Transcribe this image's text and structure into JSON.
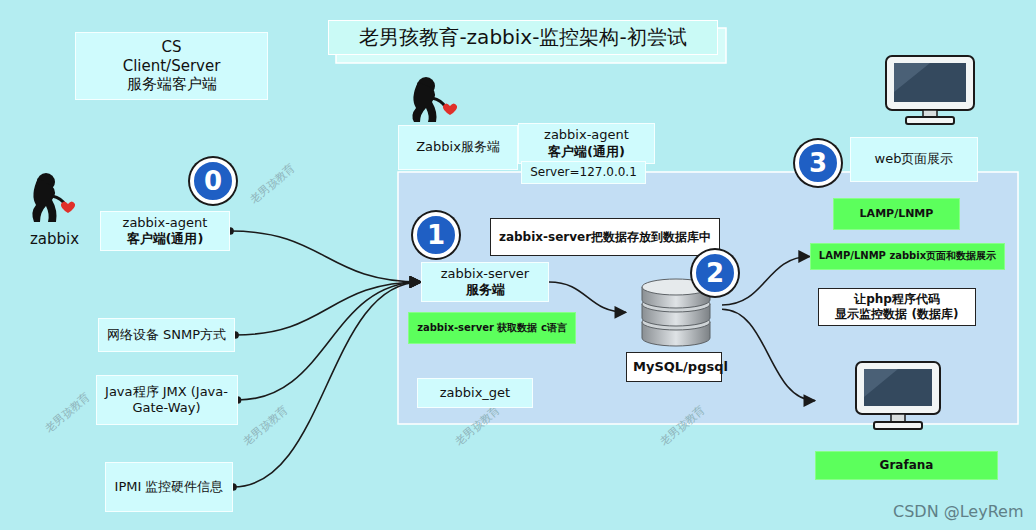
{
  "diagram": {
    "title": "老男孩教育-zabbix-监控架构-初尝试",
    "nodes": [
      {
        "text": [
          "CS",
          "Client/Server",
          "服务端客户端"
        ]
      },
      {
        "text": [
          "0"
        ]
      },
      {
        "text": [
          "zabbix-agent",
          "客户端(通用)"
        ]
      },
      {
        "text": [
          "网络设备 SNMP方式"
        ]
      },
      {
        "text": [
          "Java程序 JMX (Java-Gate-Way)"
        ]
      },
      {
        "text": [
          "IPMI 监控硬件信息"
        ]
      },
      {
        "text": [
          "Zabbix服务端"
        ]
      },
      {
        "text": [
          "zabbix-agent",
          "客户端(通用)"
        ]
      },
      {
        "text": [
          "Server=127.0.0.1"
        ]
      },
      {
        "text": [
          "3"
        ]
      },
      {
        "text": [
          "web页面展示"
        ]
      },
      {
        "text": [
          "1"
        ]
      },
      {
        "text": [
          "zabbix-server把数据存放到数据库中"
        ]
      },
      {
        "text": [
          "zabbix-server",
          "服务端"
        ]
      },
      {
        "text": [
          "2"
        ]
      },
      {
        "text": [
          "LAMP/LNMP"
        ]
      },
      {
        "text": [
          "LAMP/LNMP zabbix页面和数据展示"
        ]
      },
      {
        "text": [
          "zabbix-server 获取数据 c语言"
        ]
      },
      {
        "text": [
          "MySQL/pgsql"
        ]
      },
      {
        "text": [
          "让php程序代码 显示监控数据 (数据库)"
        ]
      },
      {
        "text": [
          "zabbix_get"
        ]
      },
      {
        "text": [
          "Grafana"
        ]
      }
    ],
    "edges": [
      {
        "from": 2,
        "to": 13,
        "arrow": "to"
      },
      {
        "from": 3,
        "to": 13,
        "arrow": "to"
      },
      {
        "from": 4,
        "to": 13,
        "arrow": "to"
      },
      {
        "from": 5,
        "to": 13,
        "arrow": "to"
      },
      {
        "from": 13,
        "to": 18,
        "arrow": "to"
      },
      {
        "from": 18,
        "to": 16,
        "arrow": "to"
      },
      {
        "from": 18,
        "to": 21,
        "arrow": "to"
      }
    ],
    "labels": [
      "zabbix",
      "老男孩教育",
      "老男孩教育",
      "老男孩教育",
      "老男孩教育",
      "老男孩教育",
      "CSDN @LeyRem"
    ]
  }
}
